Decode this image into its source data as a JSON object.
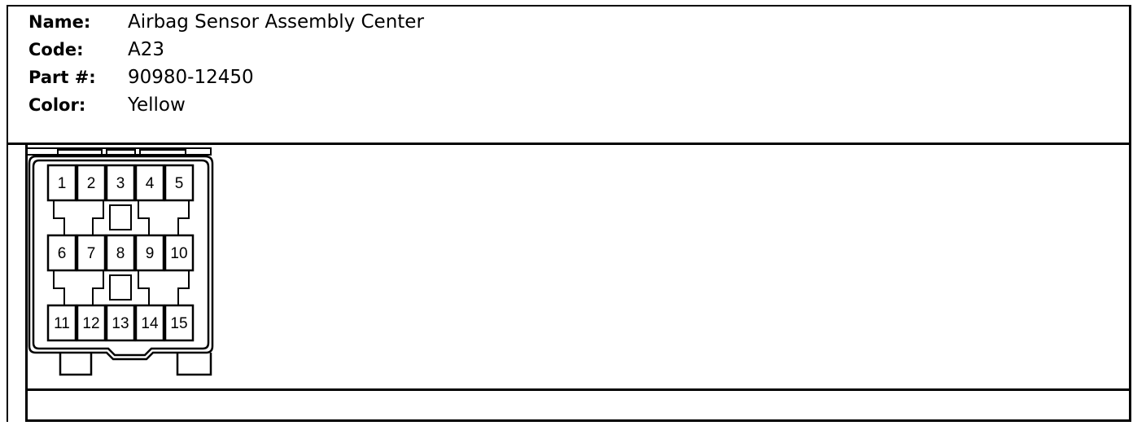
{
  "info": {
    "name_label": "Name:",
    "name_value": "Airbag Sensor Assembly Center",
    "code_label": "Code:",
    "code_value": "A23",
    "part_label": "Part #:",
    "part_value": "90980-12450",
    "color_label": "Color:",
    "color_value": "Yellow"
  },
  "connector": {
    "pins": [
      "1",
      "2",
      "3",
      "4",
      "5",
      "6",
      "7",
      "8",
      "9",
      "10",
      "11",
      "12",
      "13",
      "14",
      "15"
    ]
  }
}
